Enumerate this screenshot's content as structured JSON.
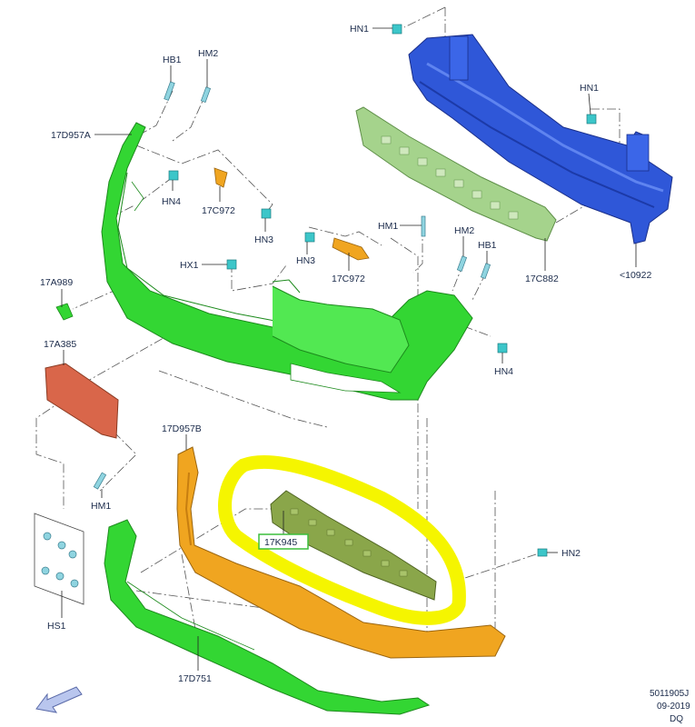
{
  "callouts": {
    "hn1_top": "HN1",
    "hn1_right": "HN1",
    "hb1_left": "HB1",
    "hm2_left": "HM2",
    "bumper_cover": "17D957A",
    "hn4_left": "HN4",
    "bracket_left": "17C972",
    "hn3_left": "HN3",
    "hm1_mid": "HM1",
    "hm2_right": "HM2",
    "hb1_right": "HB1",
    "hn3_mid": "HN3",
    "bracket_mid": "17C972",
    "absorber": "17C882",
    "reinforcement": "<10922",
    "hx1": "HX1",
    "trim_17a989": "17A989",
    "plate_17a385": "17A385",
    "hn4_right": "HN4",
    "lower_cover": "17D957B",
    "hm1_low": "HM1",
    "grille": "17K945",
    "hn2": "HN2",
    "hs1": "HS1",
    "lip": "17D751"
  },
  "footer": {
    "ref": "5011905J",
    "date": "09-2019",
    "code": "DQ"
  },
  "colors": {
    "bumper_green": "#33d633",
    "reinforcement_blue": "#2f57d8",
    "absorber_green": "#a5d38c",
    "lower_orange": "#f0a520",
    "plate_red": "#d9664a",
    "grille_olive": "#8aa64a",
    "highlight_yellow": "#f5f500",
    "label_box_green": "#3bbd3b",
    "fastener_cyan": "#3cc6c9"
  }
}
